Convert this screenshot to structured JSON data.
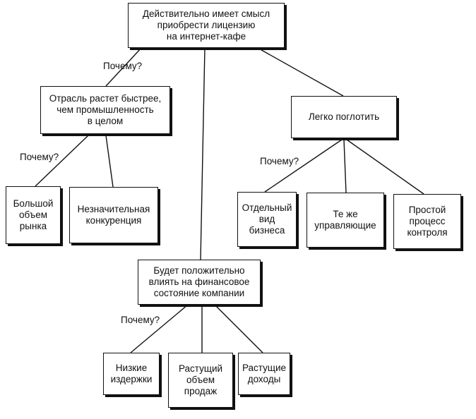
{
  "diagram": {
    "root": "Действительно имеет смысл\nприобрести лицензию\nна интернет-кафе",
    "branch_growth": "Отрасль растет быстрее,\nчем промышленность\nв целом",
    "branch_absorb": "Легко поглотить",
    "branch_finance": "Будет положительно\nвлиять на финансовое\nсостояние компании",
    "growth_children": [
      "Большой\nобъем\nрынка",
      "Незначительная\nконкуренция"
    ],
    "absorb_children": [
      "Отдельный\nвид\nбизнеса",
      "Те же\nуправляющие",
      "Простой\nпроцесс\nконтроля"
    ],
    "finance_children": [
      "Низкие\nиздержки",
      "Растущий\nобъем\nпродаж",
      "Растущие\nдоходы"
    ],
    "why_labels": [
      "Почему?",
      "Почему?",
      "Почему?",
      "Почему?"
    ]
  }
}
